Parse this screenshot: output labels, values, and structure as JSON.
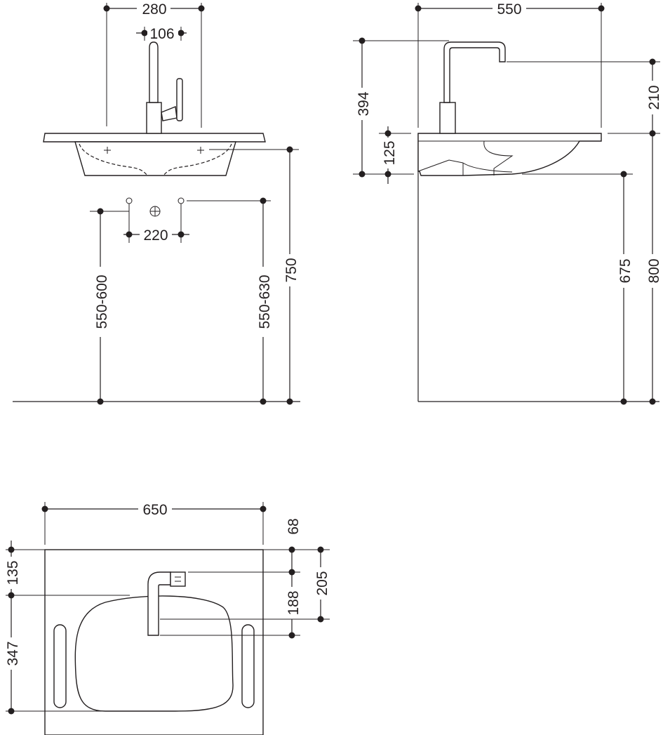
{
  "front_view": {
    "dim_faucet_spacing": "280",
    "dim_faucet_width": "106",
    "dim_fixing_spacing": "220",
    "dim_left_height": "550-600",
    "dim_right_height": "550-630",
    "dim_total_height": "750"
  },
  "side_view": {
    "dim_depth": "550",
    "dim_faucet_height": "394",
    "dim_basin_thickness": "125",
    "dim_spout_height": "210",
    "dim_under_clearance": "675",
    "dim_rim_height": "800"
  },
  "top_view": {
    "dim_width": "650",
    "dim_wall_to_tap": "68",
    "dim_wall_to_bowl": "135",
    "dim_tap_spread": "205",
    "dim_spout_reach": "188",
    "dim_bowl_depth": "347"
  }
}
